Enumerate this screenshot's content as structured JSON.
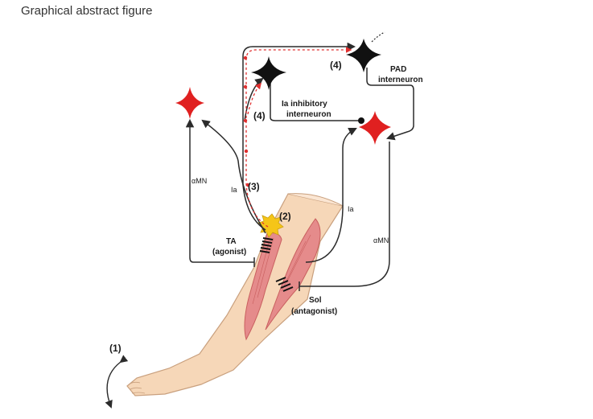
{
  "title": "Graphical abstract figure",
  "labels": {
    "step1": "(1)",
    "step2": "(2)",
    "step3": "(3)",
    "step4_lower": "(4)",
    "step4_upper": "(4)",
    "ia_left": "Ia",
    "ia_right": "Ia",
    "amn_left": "αMN",
    "amn_right": "αMN",
    "ta_line1": "TA",
    "ta_line2": "(agonist)",
    "sol_line1": "Sol",
    "sol_line2": "(antagonist)",
    "ia_inhib_line1": "Ia inhibitory",
    "ia_inhib_line2": "interneuron",
    "pad_line1": "PAD",
    "pad_line2": "interneuron"
  },
  "colors": {
    "skin": "#f6d7b8",
    "skin_outline": "#c9a07e",
    "muscle": "#e58b8b",
    "muscle_dark": "#c95f5f",
    "neuron_red": "#e02020",
    "neuron_black": "#111111",
    "axon": "#2b2b2b",
    "signal": "#e03030",
    "stimulus": "#f5c518"
  }
}
